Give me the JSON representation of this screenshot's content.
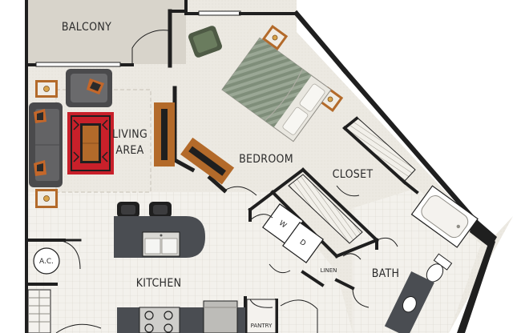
{
  "floorplan": {
    "rooms": {
      "balcony": "BALCONY",
      "living_line1": "LIVING",
      "living_line2": "AREA",
      "bedroom": "BEDROOM",
      "closet": "CLOSET",
      "kitchen": "KITCHEN",
      "bath": "BATH",
      "ac": "A.C.",
      "linen": "LINEN",
      "pantry": "PANTRY"
    },
    "appliances": {
      "washer": "W",
      "dryer": "D"
    },
    "colors": {
      "wall": "#1f1f1f",
      "floor": "#ece9e2",
      "tile": "#f4f2ee",
      "balcony": "#d8d4cb",
      "counter": "#4a4d52",
      "wood": "#b36a2a",
      "sofa": "#5a5a5c",
      "rug_red": "#c8202a",
      "bed_green": "#8b9a86",
      "chair_green": "#6a7c5e"
    }
  }
}
